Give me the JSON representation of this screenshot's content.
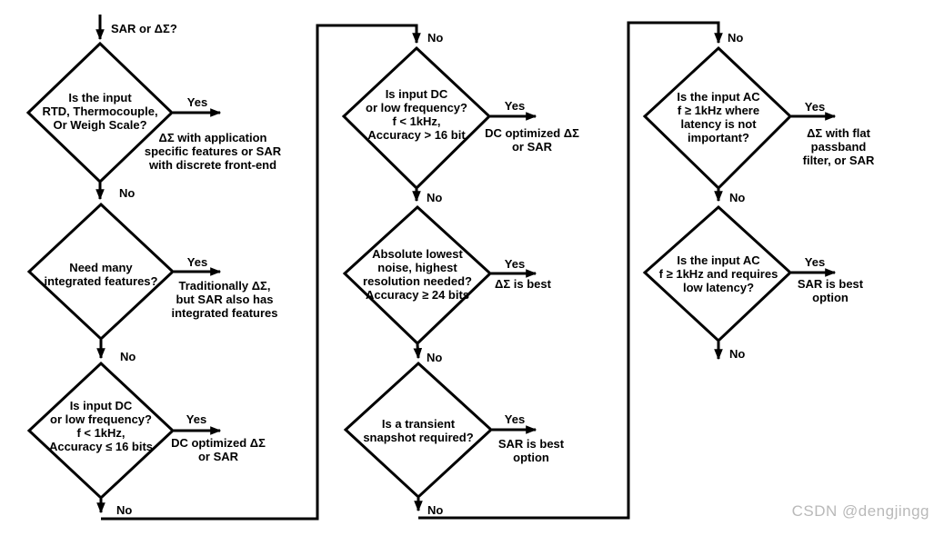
{
  "labels": {
    "start": "SAR or ΔΣ?",
    "yes": "Yes",
    "no": "No"
  },
  "nodes": {
    "c1d1": {
      "question": "Is the input\nRTD, Thermocouple,\nOr Weigh Scale?",
      "yes_result": "ΔΣ with application\nspecific features or SAR\nwith discrete front-end"
    },
    "c1d2": {
      "question": "Need many\nintegrated features?",
      "yes_result": "Traditionally ΔΣ,\nbut SAR also has\nintegrated features"
    },
    "c1d3": {
      "question": "Is input DC\nor low frequency?\nf < 1kHz,\nAccuracy ≤ 16 bits",
      "yes_result": "DC optimized ΔΣ\nor SAR"
    },
    "c2d1": {
      "question": "Is input DC\nor low frequency?\nf < 1kHz,\nAccuracy > 16 bit",
      "yes_result": "DC optimized ΔΣ\nor SAR"
    },
    "c2d2": {
      "question": "Absolute lowest\nnoise, highest\nresolution needed?\nAccuracy ≥ 24 bits",
      "yes_result": "ΔΣ is best"
    },
    "c2d3": {
      "question": "Is a transient\nsnapshot required?",
      "yes_result": "SAR is best\noption"
    },
    "c3d1": {
      "question": "Is the input AC\nf ≥ 1kHz where\nlatency is not\nimportant?",
      "yes_result": "ΔΣ with flat passband\nfilter, or SAR"
    },
    "c3d2": {
      "question": "Is the input AC\nf ≥ 1kHz and requires\nlow latency?",
      "yes_result": "SAR is best\noption"
    }
  },
  "watermark": "CSDN @dengjingg",
  "colors": {
    "line": "#000000",
    "background": "#ffffff",
    "text": "#000000",
    "watermark": "#b9b9b9"
  }
}
